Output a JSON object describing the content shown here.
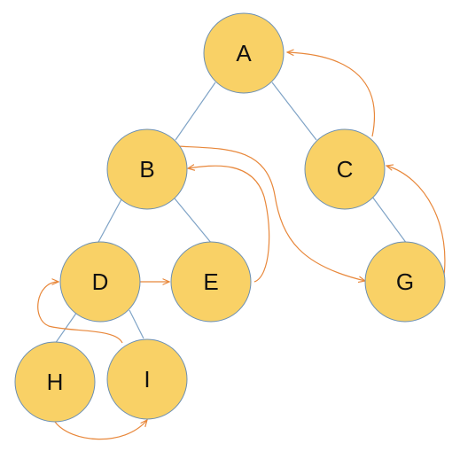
{
  "colors": {
    "node_fill": "#f9d166",
    "node_stroke": "#6b8fb3",
    "tree_edge": "#7fa3c6",
    "arrow": "#e8873a"
  },
  "nodes": [
    {
      "id": "A",
      "label": "A"
    },
    {
      "id": "B",
      "label": "B"
    },
    {
      "id": "C",
      "label": "C"
    },
    {
      "id": "D",
      "label": "D"
    },
    {
      "id": "E",
      "label": "E"
    },
    {
      "id": "G",
      "label": "G"
    },
    {
      "id": "H",
      "label": "H"
    },
    {
      "id": "I",
      "label": "I"
    }
  ],
  "tree_edges": [
    {
      "from": "A",
      "to": "B"
    },
    {
      "from": "A",
      "to": "C"
    },
    {
      "from": "B",
      "to": "D"
    },
    {
      "from": "B",
      "to": "E"
    },
    {
      "from": "C",
      "to": "G"
    },
    {
      "from": "D",
      "to": "H"
    },
    {
      "from": "D",
      "to": "I"
    }
  ],
  "traversal_arrows": [
    {
      "from": "H",
      "to": "I"
    },
    {
      "from": "I",
      "to": "D"
    },
    {
      "from": "D",
      "to": "E"
    },
    {
      "from": "E",
      "to": "B"
    },
    {
      "from": "B",
      "to": "G"
    },
    {
      "from": "G",
      "to": "C"
    },
    {
      "from": "C",
      "to": "A"
    }
  ]
}
